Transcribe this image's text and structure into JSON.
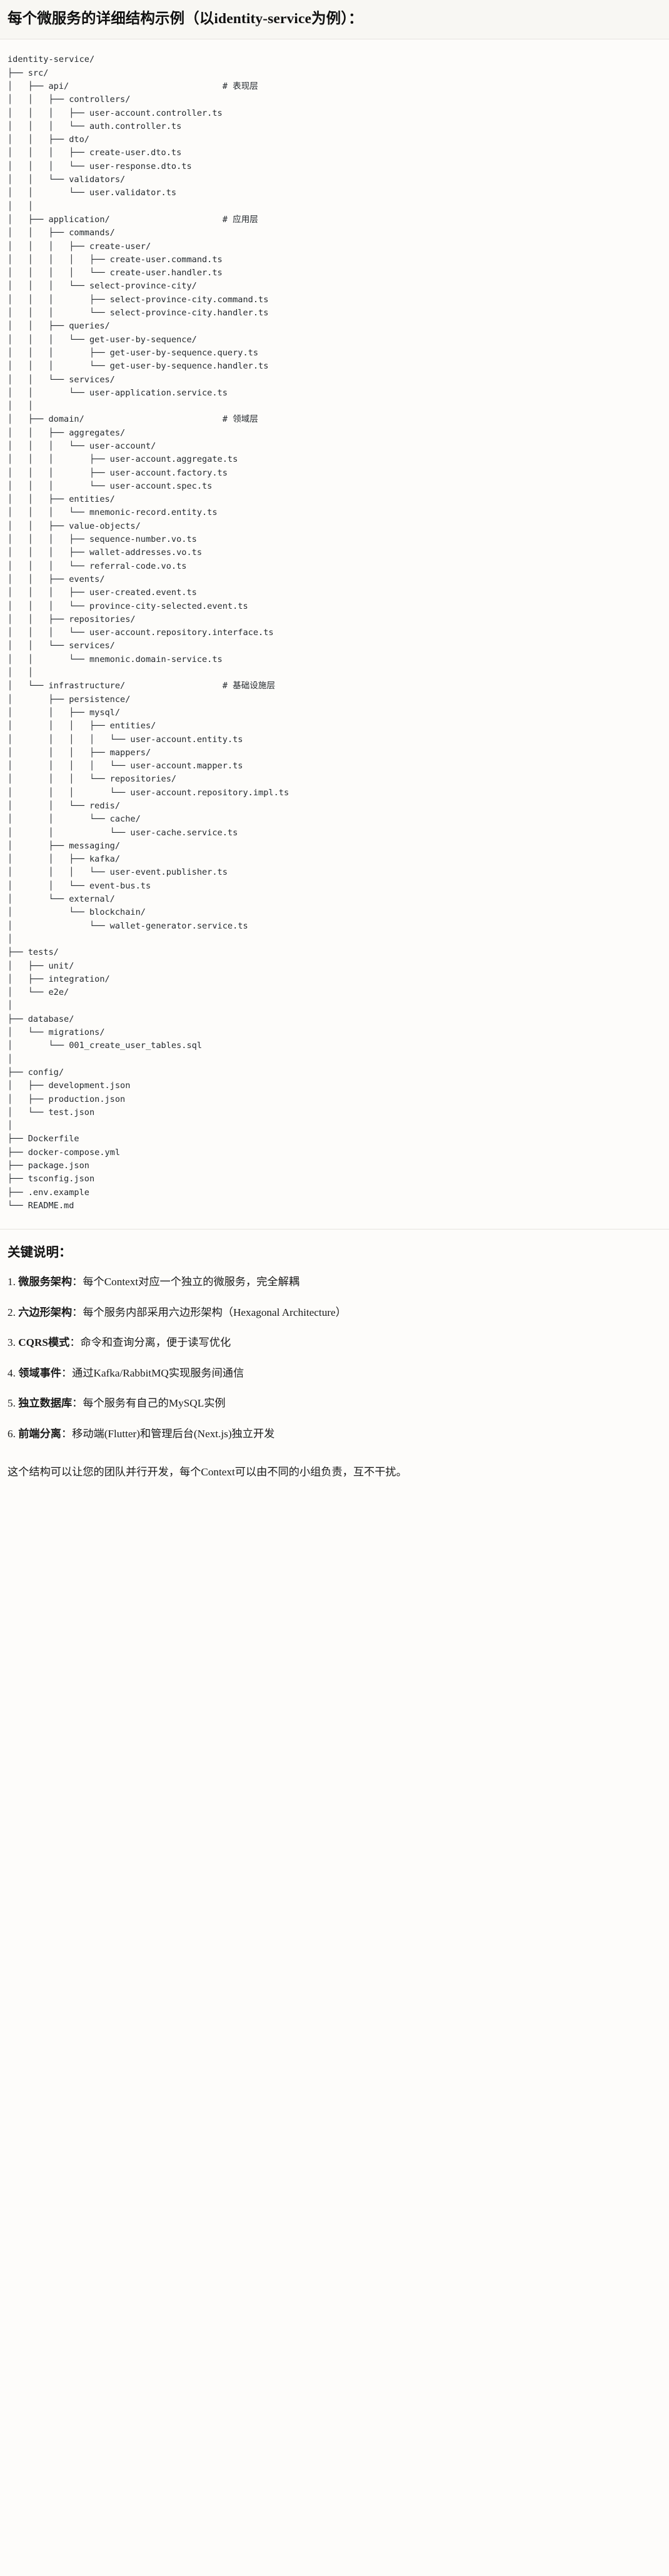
{
  "title": {
    "heading": "每个微服务的详细结构示例（以identity-service为例）："
  },
  "tree": {
    "root": "identity-service/",
    "text": "identity-service/\n├── src/\n│   ├── api/                              # 表现层\n│   │   ├── controllers/\n│   │   │   ├── user-account.controller.ts\n│   │   │   └── auth.controller.ts\n│   │   ├── dto/\n│   │   │   ├── create-user.dto.ts\n│   │   │   └── user-response.dto.ts\n│   │   └── validators/\n│   │       └── user.validator.ts\n│   │\n│   ├── application/                      # 应用层\n│   │   ├── commands/\n│   │   │   ├── create-user/\n│   │   │   │   ├── create-user.command.ts\n│   │   │   │   └── create-user.handler.ts\n│   │   │   └── select-province-city/\n│   │   │       ├── select-province-city.command.ts\n│   │   │       └── select-province-city.handler.ts\n│   │   ├── queries/\n│   │   │   └── get-user-by-sequence/\n│   │   │       ├── get-user-by-sequence.query.ts\n│   │   │       └── get-user-by-sequence.handler.ts\n│   │   └── services/\n│   │       └── user-application.service.ts\n│   │\n│   ├── domain/                           # 领域层\n│   │   ├── aggregates/\n│   │   │   └── user-account/\n│   │   │       ├── user-account.aggregate.ts\n│   │   │       ├── user-account.factory.ts\n│   │   │       └── user-account.spec.ts\n│   │   ├── entities/\n│   │   │   └── mnemonic-record.entity.ts\n│   │   ├── value-objects/\n│   │   │   ├── sequence-number.vo.ts\n│   │   │   ├── wallet-addresses.vo.ts\n│   │   │   └── referral-code.vo.ts\n│   │   ├── events/\n│   │   │   ├── user-created.event.ts\n│   │   │   └── province-city-selected.event.ts\n│   │   ├── repositories/\n│   │   │   └── user-account.repository.interface.ts\n│   │   └── services/\n│   │       └── mnemonic.domain-service.ts\n│   │\n│   └── infrastructure/                   # 基础设施层\n│       ├── persistence/\n│       │   ├── mysql/\n│       │   │   ├── entities/\n│       │   │   │   └── user-account.entity.ts\n│       │   │   ├── mappers/\n│       │   │   │   └── user-account.mapper.ts\n│       │   │   └── repositories/\n│       │   │       └── user-account.repository.impl.ts\n│       │   └── redis/\n│       │       └── cache/\n│       │           └── user-cache.service.ts\n│       ├── messaging/\n│       │   ├── kafka/\n│       │   │   └── user-event.publisher.ts\n│       │   └── event-bus.ts\n│       └── external/\n│           └── blockchain/\n│               └── wallet-generator.service.ts\n│\n├── tests/\n│   ├── unit/\n│   ├── integration/\n│   └── e2e/\n│\n├── database/\n│   └── migrations/\n│       └── 001_create_user_tables.sql\n│\n├── config/\n│   ├── development.json\n│   ├── production.json\n│   └── test.json\n│\n├── Dockerfile\n├── docker-compose.yml\n├── package.json\n├── tsconfig.json\n├── .env.example\n└── README.md",
    "layer_comments": [
      "# 表现层",
      "# 应用层",
      "# 领域层",
      "# 基础设施层"
    ]
  },
  "notes": {
    "heading": "关键说明：",
    "items": [
      {
        "term": "微服务架构",
        "separator": "：",
        "description": "每个Context对应一个独立的微服务，完全解耦"
      },
      {
        "term": "六边形架构",
        "separator": "：",
        "description": "每个服务内部采用六边形架构（Hexagonal Architecture）"
      },
      {
        "term": "CQRS模式",
        "separator": "：",
        "description": "命令和查询分离，便于读写优化"
      },
      {
        "term": "领域事件",
        "separator": "：",
        "description": "通过Kafka/RabbitMQ实现服务间通信"
      },
      {
        "term": "独立数据库",
        "separator": "：",
        "description": "每个服务有自己的MySQL实例"
      },
      {
        "term": "前端分离",
        "separator": "：",
        "description": "移动端(Flutter)和管理后台(Next.js)独立开发"
      }
    ]
  },
  "closing": {
    "text": "这个结构可以让您的团队并行开发，每个Context可以由不同的小组负责，互不干扰。"
  }
}
